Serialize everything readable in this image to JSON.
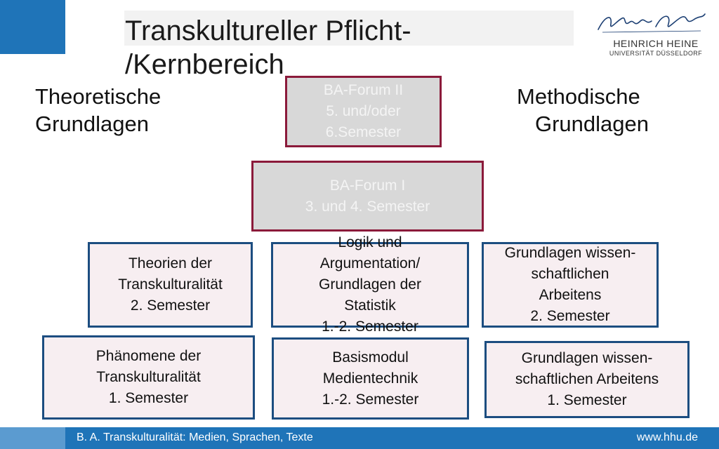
{
  "title": "Transkultureller Pflicht- /Kernbereich",
  "logo": {
    "name": "HEINRICH HEINE",
    "subtitle": "UNIVERSITÄT DÜSSELDORF"
  },
  "headings": {
    "left": "Theoretische Grundlagen",
    "right_line1": "Methodische",
    "right_line2": "Grundlagen"
  },
  "boxes": {
    "forum2": [
      "BA-Forum II",
      "5. und/oder",
      "6.Semester"
    ],
    "forum1": [
      "BA-Forum I",
      "3. und 4. Semester"
    ],
    "theorien": [
      "Theorien der",
      "Transkulturalität",
      "2. Semester"
    ],
    "logik": [
      "Logik und",
      "Argumentation/",
      "Grundlagen der",
      "Statistik",
      "1.-2. Semester"
    ],
    "gwa2": [
      "Grundlagen wissen-",
      "schaftlichen",
      "Arbeitens",
      "2. Semester"
    ],
    "phaeno": [
      "Phänomene der",
      "Transkulturalität",
      "1. Semester"
    ],
    "basis": [
      "Basismodul",
      "Medientechnik",
      "1.-2. Semester"
    ],
    "gwa1": [
      "Grundlagen wissen-",
      "schaftlichen Arbeitens",
      "1. Semester"
    ]
  },
  "footer": {
    "left": "B. A. Transkulturalität: Medien, Sprachen, Texte",
    "right": "www.hhu.de"
  },
  "colors": {
    "accent_blue": "#1f74b8",
    "forum_border": "#8b1a3a",
    "module_border": "#1c4d80",
    "module_fill": "#f7eef1",
    "forum_fill": "#d8d8d8"
  }
}
